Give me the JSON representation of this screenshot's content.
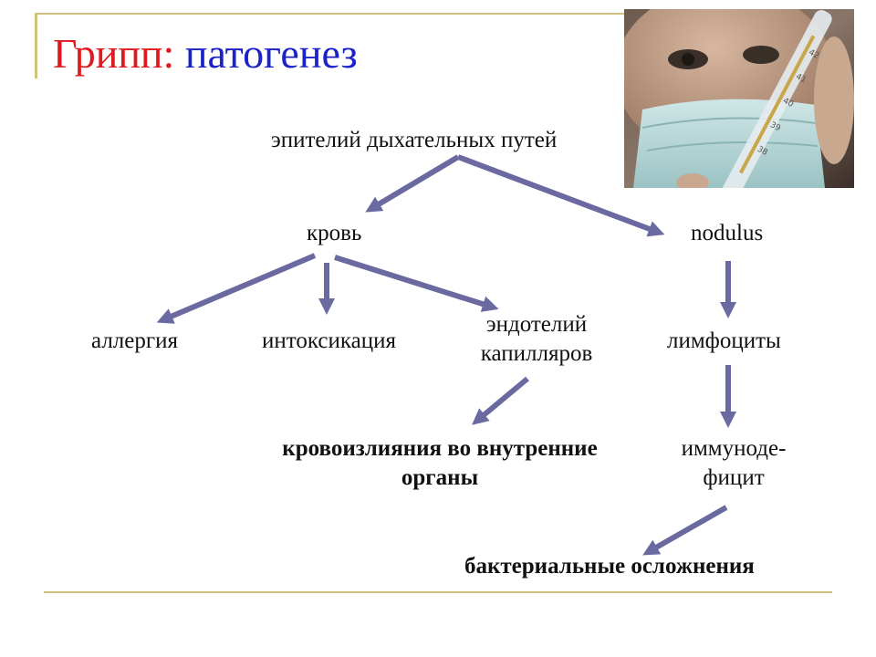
{
  "title": {
    "part1": "Грипп:",
    "part2": "патогенез",
    "color_red": "#e0191f",
    "color_blue": "#1a22c8"
  },
  "photo": {
    "icon": "thermometer-photo",
    "description_alt": ""
  },
  "nodes": {
    "epithelium": "эпителий дыхательных путей",
    "blood": "кровь",
    "nodulus": "nodulus",
    "allergy": "аллергия",
    "intoxication": "интоксикация",
    "endothelium_1": "эндотелий",
    "endothelium_2": "капилляров",
    "lymphocytes": "лимфоциты",
    "hemorrhage_1": "кровоизлияния во внутренние",
    "hemorrhage_2": "органы",
    "immuno_1": "иммуноде-",
    "immuno_2": "фицит",
    "bacterial": "бактериальные осложнения"
  },
  "colors": {
    "arrow": "#6a6aa0",
    "rule": "#cfc27a"
  }
}
